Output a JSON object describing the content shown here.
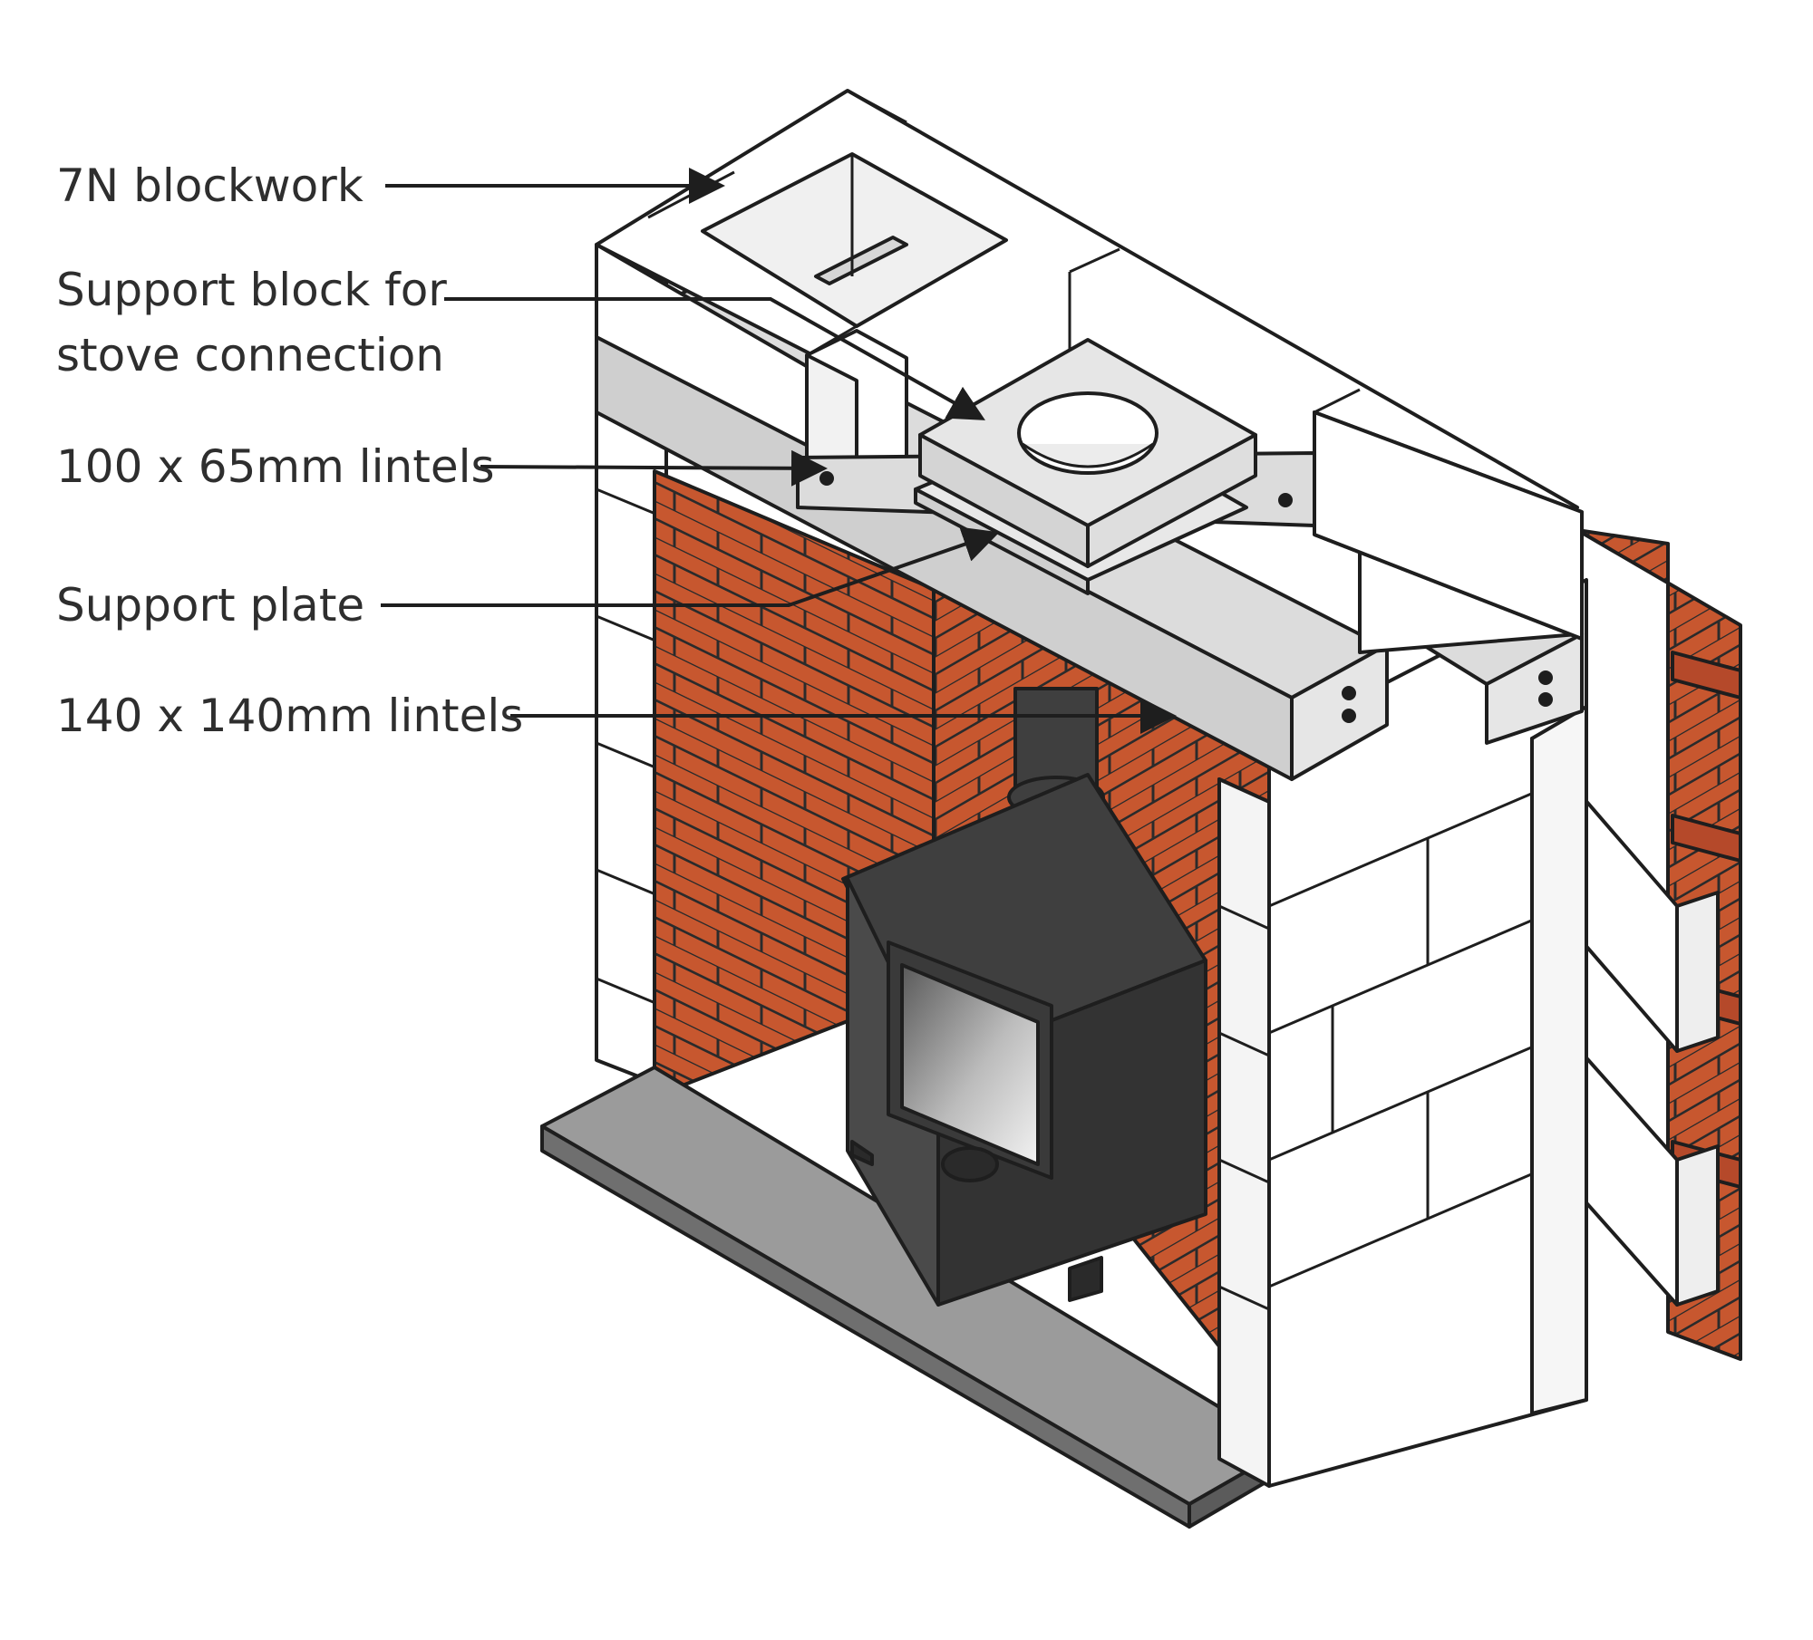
{
  "labels": {
    "blockwork": "7N blockwork",
    "support_block_line1": "Support block for",
    "support_block_line2": "stove connection",
    "lintels_small": "100 x 65mm lintels",
    "support_plate": "Support plate",
    "lintels_large": "140 x 140mm lintels"
  },
  "colors": {
    "brick": "#c7572f",
    "brick_mortar": "#2b2b2b",
    "block": "#ffffff",
    "lintel": "#dcdcdc",
    "hearth_top": "#9b9b9b",
    "hearth_side": "#6f6f6f",
    "stove": "#3f3f3f",
    "stove_shadow": "#2a2a2a",
    "outline": "#1e1e1e"
  }
}
